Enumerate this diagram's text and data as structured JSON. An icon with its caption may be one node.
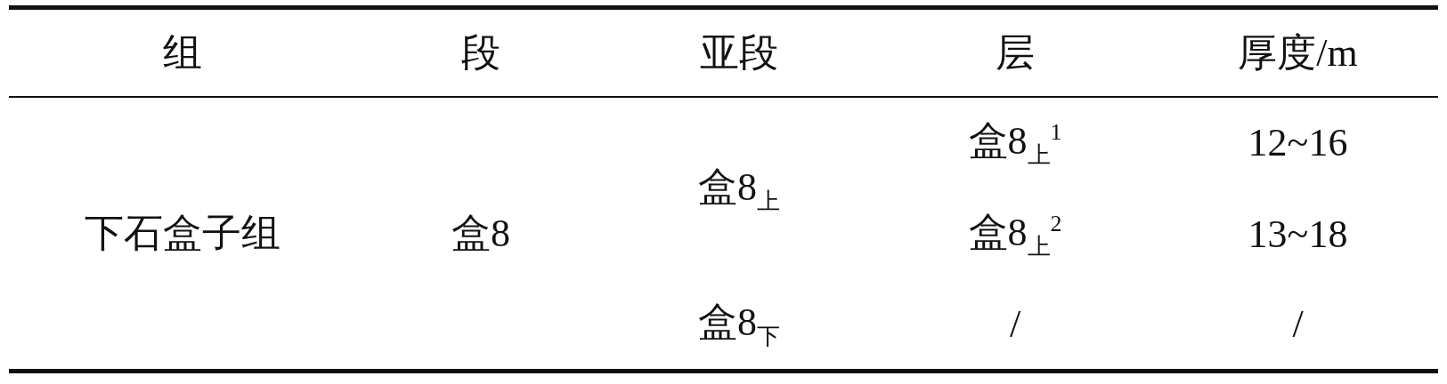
{
  "diagram": {
    "labels": [
      "组",
      "段",
      "亚段",
      "层",
      "厚度/m",
      "下石盒子组",
      "盒8",
      "盒8$_{上}$",
      "盒8$_{上}$$^{1}$",
      "12~16",
      "盒8$_{上}$$^{2}$",
      "13~18",
      "盒8$_{下}$",
      "/",
      "/"
    ]
  }
}
